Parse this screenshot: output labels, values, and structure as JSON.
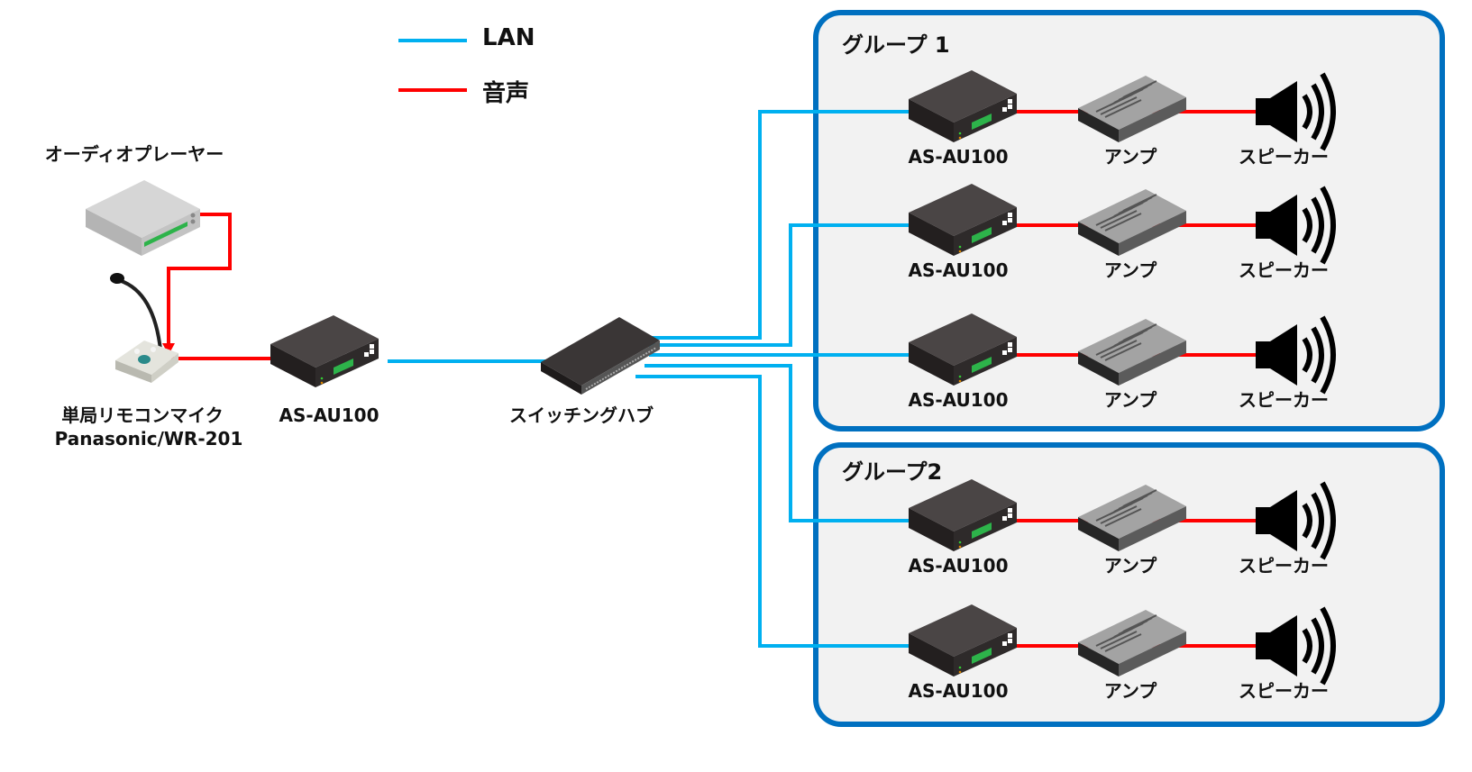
{
  "legend": {
    "items": [
      {
        "label": "LAN",
        "color": "#00b0f0"
      },
      {
        "label": "音声",
        "color": "#ff0000"
      }
    ]
  },
  "colors": {
    "lan": "#00b0f0",
    "audio": "#ff0000",
    "group_border": "#0070c0",
    "group_fill": "#f2f2f2",
    "device_dark": "#3a3636",
    "amp_gray": "#9a9a9a",
    "display_green": "#2db34a"
  },
  "source": {
    "player_label": "オーディオプレーヤー",
    "mic_label_line1": "単局リモコンマイク",
    "mic_label_line2": "Panasonic/WR-201",
    "encoder_label": "AS-AU100",
    "switch_label": "スイッチングハブ"
  },
  "groups": [
    {
      "title": "グループ 1",
      "rows": [
        {
          "decoder": "AS-AU100",
          "amp": "アンプ",
          "speaker": "スピーカー"
        },
        {
          "decoder": "AS-AU100",
          "amp": "アンプ",
          "speaker": "スピーカー"
        },
        {
          "decoder": "AS-AU100",
          "amp": "アンプ",
          "speaker": "スピーカー"
        }
      ]
    },
    {
      "title": "グループ2",
      "rows": [
        {
          "decoder": "AS-AU100",
          "amp": "アンプ",
          "speaker": "スピーカー"
        },
        {
          "decoder": "AS-AU100",
          "amp": "アンプ",
          "speaker": "スピーカー"
        }
      ]
    }
  ]
}
